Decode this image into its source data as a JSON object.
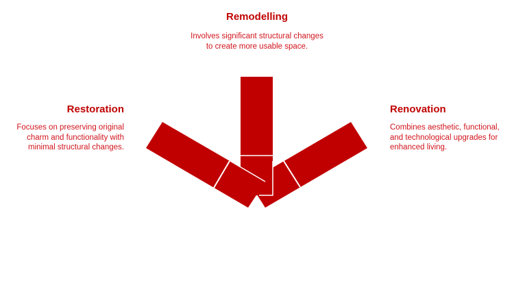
{
  "colors": {
    "primary": "#c00000",
    "text": "#d0141c",
    "background": "#ffffff",
    "divider": "#ffffff"
  },
  "remodelling": {
    "title": "Remodelling",
    "description": "Involves significant structural changes to create more usable space."
  },
  "restoration": {
    "title": "Restoration",
    "description": "Focuses on preserving original charm and functionality with minimal structural changes."
  },
  "renovation": {
    "title": "Renovation",
    "description": "Combines aesthetic, functional, and technological upgrades for enhanced living."
  }
}
